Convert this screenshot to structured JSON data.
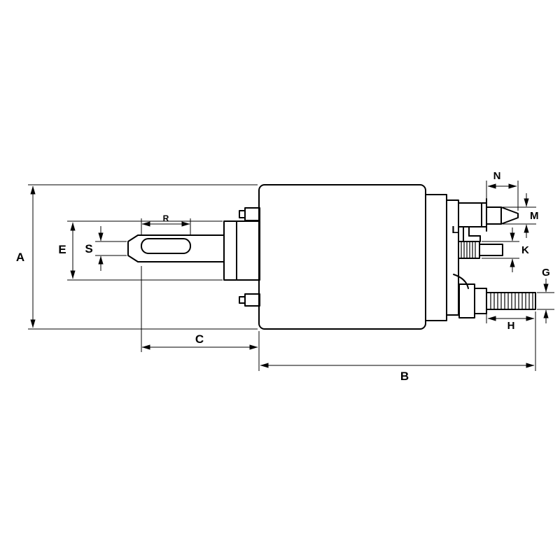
{
  "canvas": {
    "background": "#ffffff",
    "line_color": "#000000"
  },
  "dimensions": {
    "A": "A",
    "B": "B",
    "C": "C",
    "E": "E",
    "S": "S",
    "R": "R",
    "N": "N",
    "M": "M",
    "L": "L",
    "K": "K",
    "G": "G",
    "H": "H"
  }
}
